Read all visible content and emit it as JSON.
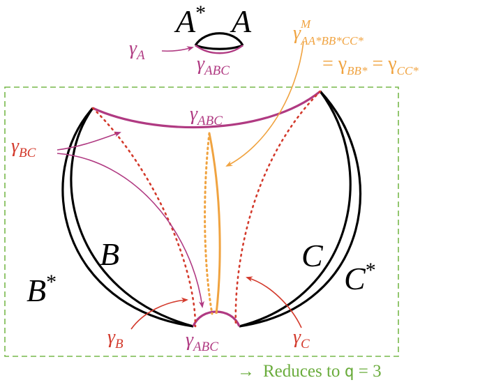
{
  "colors": {
    "black": "#000000",
    "magenta": "#b03a82",
    "red": "#d33a2c",
    "orange": "#f0a340",
    "green": "#6aac3c",
    "green_dash": "#77b84a"
  },
  "labels": {
    "a_star": "A",
    "a_star_sup": "*",
    "a": "A",
    "b": "B",
    "b_star": "B",
    "b_star_sup": "*",
    "c": "C",
    "c_star": "C",
    "c_star_sup": "*"
  },
  "gammas": {
    "gamma_a": {
      "symbol": "γ",
      "sub": "A"
    },
    "gamma_abc_top": {
      "symbol": "γ",
      "sub": "ABC"
    },
    "gamma_abc_mid": {
      "symbol": "γ",
      "sub": "ABC"
    },
    "gamma_abc_bottom": {
      "symbol": "γ",
      "sub": "ABC"
    },
    "gamma_bc": {
      "symbol": "γ",
      "sub": "BC"
    },
    "gamma_b": {
      "symbol": "γ",
      "sub": "B"
    },
    "gamma_c": {
      "symbol": "γ",
      "sub": "C"
    },
    "gamma_m": {
      "symbol": "γ",
      "sup": "M",
      "sub": "AA*BB*CC*"
    },
    "gamma_m_eq": {
      "eq1": "= γ",
      "sub1": "BB*",
      "eq2": " = γ",
      "sub2": "CC*"
    }
  },
  "caption": {
    "arrow": "→",
    "text": "Reduces to ",
    "q": "q",
    "eq": " = 3"
  }
}
